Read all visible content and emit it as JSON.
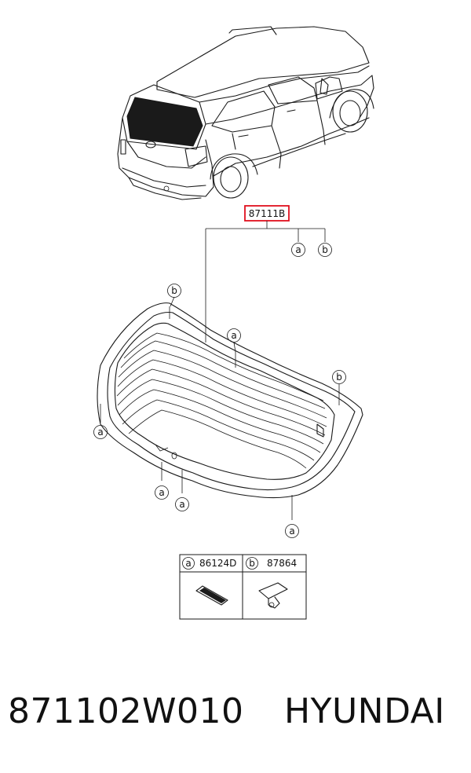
{
  "main_part_label": "87111B",
  "callout_a": "a",
  "callout_b": "b",
  "legend": [
    {
      "key": "a",
      "part": "86124D"
    },
    {
      "key": "b",
      "part": "87864"
    }
  ],
  "footer": {
    "part_number": "871102W010",
    "brand": "HYUNDAI"
  },
  "colors": {
    "line": "#1a1a1a",
    "highlight": "#e0101e",
    "glass": "#1a1a1a"
  }
}
